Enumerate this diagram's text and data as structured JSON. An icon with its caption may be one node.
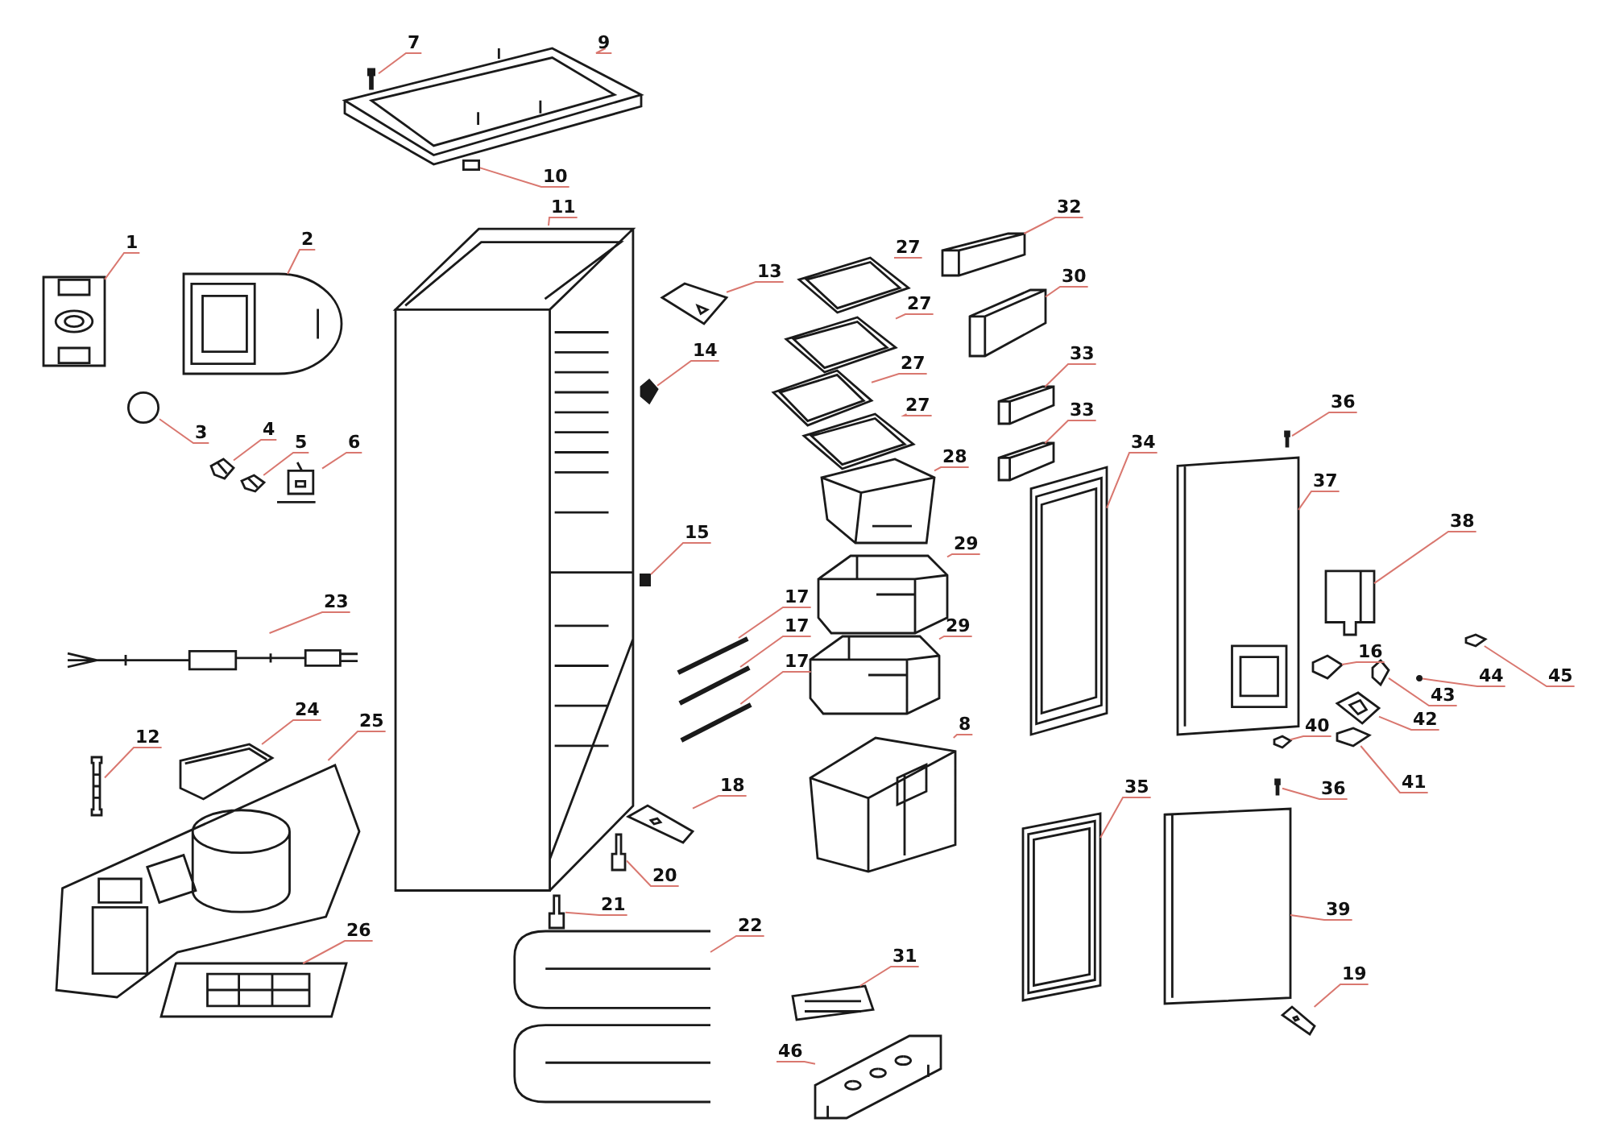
{
  "diagram": {
    "nodes": [
      {
        "text": [
          "9"
        ]
      },
      {
        "text": [],
        "shape": "picture"
      },
      {
        "text": [
          "7"
        ]
      },
      {
        "text": [],
        "shape": "screw",
        "in": 1
      },
      {
        "text": [
          "10"
        ]
      },
      {
        "text": [],
        "shape": "box"
      },
      {
        "text": [
          "11"
        ]
      },
      {
        "text": [],
        "shape": "picture"
      },
      {
        "text": [
          "1"
        ]
      },
      {
        "text": [],
        "shape": "picture"
      },
      {
        "text": [
          "2"
        ]
      },
      {
        "text": [],
        "shape": "picture"
      },
      {
        "text": [
          "13"
        ]
      },
      {
        "text": [],
        "shape": "picture"
      },
      {
        "text": [
          "14"
        ]
      },
      {
        "text": [],
        "shape": "picture"
      },
      {
        "text": [
          "3"
        ]
      },
      {
        "text": [],
        "shape": "circle"
      },
      {
        "text": [
          "4"
        ]
      },
      {
        "text": [],
        "shape": "picture"
      },
      {
        "text": [
          "5"
        ]
      },
      {
        "text": [],
        "shape": "picture"
      },
      {
        "text": [
          "6"
        ]
      },
      {
        "text": [],
        "shape": "picture"
      },
      {
        "text": [
          "15"
        ]
      },
      {
        "text": [],
        "shape": "box"
      },
      {
        "text": [
          "23"
        ]
      },
      {
        "text": [],
        "shape": "picture"
      },
      {
        "text": [
          "12"
        ]
      },
      {
        "text": [],
        "shape": "picture"
      },
      {
        "text": [
          "24"
        ]
      },
      {
        "text": [],
        "shape": "picture"
      },
      {
        "text": [
          "25"
        ]
      },
      {
        "text": [],
        "shape": "picture"
      },
      {
        "text": [
          "26"
        ]
      },
      {
        "text": [],
        "shape": "picture"
      },
      {
        "text": [
          "17"
        ]
      },
      {
        "text": [],
        "shape": "picture"
      },
      {
        "text": [
          "17"
        ]
      },
      {
        "text": [],
        "shape": "picture"
      },
      {
        "text": [
          "17"
        ]
      },
      {
        "text": [],
        "shape": "picture"
      },
      {
        "text": [
          "18"
        ]
      },
      {
        "text": [],
        "shape": "picture"
      },
      {
        "text": [
          "20"
        ]
      },
      {
        "text": [],
        "shape": "picture",
        "in": 7
      },
      {
        "text": [
          "21"
        ]
      },
      {
        "text": [],
        "shape": "picture"
      },
      {
        "text": [
          "22"
        ]
      },
      {
        "text": [],
        "shape": "picture"
      },
      {
        "text": [
          "27"
        ]
      },
      {
        "text": [],
        "shape": "picture"
      },
      {
        "text": [
          "27"
        ]
      },
      {
        "text": [],
        "shape": "picture"
      },
      {
        "text": [
          "27"
        ]
      },
      {
        "text": [],
        "shape": "picture"
      },
      {
        "text": [
          "27"
        ]
      },
      {
        "text": [],
        "shape": "picture"
      },
      {
        "text": [
          "28"
        ]
      },
      {
        "text": [],
        "shape": "picture"
      },
      {
        "text": [
          "29"
        ]
      },
      {
        "text": [],
        "shape": "picture"
      },
      {
        "text": [
          "29"
        ]
      },
      {
        "text": [],
        "shape": "picture"
      },
      {
        "text": [
          "8"
        ]
      },
      {
        "text": [],
        "shape": "picture"
      },
      {
        "text": [
          "31"
        ]
      },
      {
        "text": [],
        "shape": "picture"
      },
      {
        "text": [
          "46"
        ]
      },
      {
        "text": [],
        "shape": "picture"
      },
      {
        "text": [
          "32"
        ]
      },
      {
        "text": [],
        "shape": "picture"
      },
      {
        "text": [
          "30"
        ]
      },
      {
        "text": [],
        "shape": "picture"
      },
      {
        "text": [
          "33"
        ]
      },
      {
        "text": [],
        "shape": "picture"
      },
      {
        "text": [
          "33"
        ]
      },
      {
        "text": [],
        "shape": "picture"
      },
      {
        "text": [
          "34"
        ]
      },
      {
        "text": [],
        "shape": "picture"
      },
      {
        "text": [
          "35"
        ]
      },
      {
        "text": [],
        "shape": "picture"
      },
      {
        "text": [
          "36"
        ]
      },
      {
        "text": [],
        "shape": "screw"
      },
      {
        "text": [
          "37"
        ]
      },
      {
        "text": [],
        "shape": "picture"
      },
      {
        "text": [
          "38"
        ]
      },
      {
        "text": [],
        "shape": "picture"
      },
      {
        "text": [
          "16"
        ]
      },
      {
        "text": [],
        "shape": "picture"
      },
      {
        "text": [
          "43"
        ]
      },
      {
        "text": [],
        "shape": "picture"
      },
      {
        "text": [
          "44"
        ]
      },
      {
        "text": [],
        "shape": "circle"
      },
      {
        "text": [
          "45"
        ]
      },
      {
        "text": [],
        "shape": "picture"
      },
      {
        "text": [
          "42"
        ]
      },
      {
        "text": [],
        "shape": "picture"
      },
      {
        "text": [
          "40"
        ]
      },
      {
        "text": [],
        "shape": "picture"
      },
      {
        "text": [
          "41"
        ]
      },
      {
        "text": [],
        "shape": "picture"
      },
      {
        "text": [
          "36"
        ]
      },
      {
        "text": [],
        "shape": "screw"
      },
      {
        "text": [
          "39"
        ]
      },
      {
        "text": [],
        "shape": "picture"
      },
      {
        "text": [
          "19"
        ]
      },
      {
        "text": [],
        "shape": "picture"
      }
    ],
    "edges": [
      {
        "from": 0,
        "to": 1,
        "arrow": "none"
      },
      {
        "from": 2,
        "to": 3,
        "arrow": "none"
      },
      {
        "from": 4,
        "to": 5,
        "arrow": "none"
      },
      {
        "from": 6,
        "to": 7,
        "arrow": "none"
      },
      {
        "from": 8,
        "to": 9,
        "arrow": "none"
      },
      {
        "from": 10,
        "to": 11,
        "arrow": "none"
      },
      {
        "from": 12,
        "to": 13,
        "arrow": "none"
      },
      {
        "from": 14,
        "to": 15,
        "arrow": "none"
      },
      {
        "from": 16,
        "to": 17,
        "arrow": "none"
      },
      {
        "from": 18,
        "to": 19,
        "arrow": "none"
      },
      {
        "from": 20,
        "to": 21,
        "arrow": "none"
      },
      {
        "from": 22,
        "to": 23,
        "arrow": "none"
      },
      {
        "from": 24,
        "to": 25,
        "arrow": "none"
      },
      {
        "from": 26,
        "to": 27,
        "arrow": "none"
      },
      {
        "from": 28,
        "to": 29,
        "arrow": "none"
      },
      {
        "from": 30,
        "to": 31,
        "arrow": "none"
      },
      {
        "from": 32,
        "to": 33,
        "arrow": "none"
      },
      {
        "from": 34,
        "to": 35,
        "arrow": "none"
      },
      {
        "from": 36,
        "to": 37,
        "arrow": "none"
      },
      {
        "from": 38,
        "to": 39,
        "arrow": "none"
      },
      {
        "from": 40,
        "to": 41,
        "arrow": "none"
      },
      {
        "from": 42,
        "to": 43,
        "arrow": "none"
      },
      {
        "from": 44,
        "to": 45,
        "arrow": "none"
      },
      {
        "from": 46,
        "to": 47,
        "arrow": "none"
      },
      {
        "from": 48,
        "to": 49,
        "arrow": "none"
      },
      {
        "from": 50,
        "to": 51,
        "arrow": "none"
      },
      {
        "from": 52,
        "to": 53,
        "arrow": "none"
      },
      {
        "from": 54,
        "to": 55,
        "arrow": "none"
      },
      {
        "from": 56,
        "to": 57,
        "arrow": "none"
      },
      {
        "from": 58,
        "to": 59,
        "arrow": "none"
      },
      {
        "from": 60,
        "to": 61,
        "arrow": "none"
      },
      {
        "from": 62,
        "to": 63,
        "arrow": "none"
      },
      {
        "from": 64,
        "to": 65,
        "arrow": "none"
      },
      {
        "from": 66,
        "to": 67,
        "arrow": "none"
      },
      {
        "from": 68,
        "to": 69,
        "arrow": "none"
      },
      {
        "from": 70,
        "to": 71,
        "arrow": "none"
      },
      {
        "from": 72,
        "to": 73,
        "arrow": "none"
      },
      {
        "from": 74,
        "to": 75,
        "arrow": "none"
      },
      {
        "from": 76,
        "to": 77,
        "arrow": "none"
      },
      {
        "from": 78,
        "to": 79,
        "arrow": "none"
      },
      {
        "from": 80,
        "to": 81,
        "arrow": "none"
      },
      {
        "from": 82,
        "to": 83,
        "arrow": "none"
      },
      {
        "from": 84,
        "to": 85,
        "arrow": "none"
      },
      {
        "from": 86,
        "to": 87,
        "arrow": "none"
      },
      {
        "from": 88,
        "to": 89,
        "arrow": "none"
      },
      {
        "from": 90,
        "to": 91,
        "arrow": "none"
      },
      {
        "from": 92,
        "to": 93,
        "arrow": "none"
      },
      {
        "from": 94,
        "to": 95,
        "arrow": "none"
      },
      {
        "from": 96,
        "to": 97,
        "arrow": "none"
      },
      {
        "from": 98,
        "to": 99,
        "arrow": "none"
      },
      {
        "from": 100,
        "to": 101,
        "arrow": "none"
      },
      {
        "from": 102,
        "to": 103,
        "arrow": "none"
      },
      {
        "from": 104,
        "to": 105,
        "arrow": "none"
      },
      {
        "from": 106,
        "to": 107,
        "arrow": "none"
      }
    ]
  }
}
